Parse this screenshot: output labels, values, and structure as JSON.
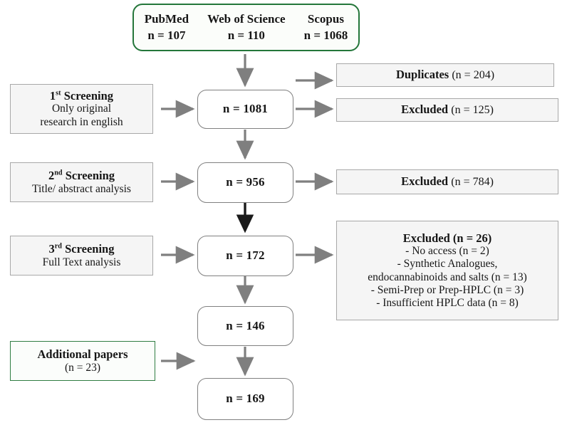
{
  "diagram": {
    "title": "PRISMA literature screening flow diagram",
    "colors": {
      "green_border": "#24763a",
      "gray_border": "#a8a8a8",
      "count_border": "#808080",
      "arrow_gray": "#7f7f7f",
      "arrow_dark": "#1a1a1a",
      "box_fill_gray": "#f5f5f5",
      "box_fill_white": "#ffffff"
    },
    "sources": {
      "items": [
        {
          "name": "PubMed",
          "count": "n = 107"
        },
        {
          "name": "Web of Science",
          "count": "n = 110"
        },
        {
          "name": "Scopus",
          "count": "n = 1068"
        }
      ]
    },
    "screenings": [
      {
        "title": "1",
        "ordinal": "st",
        "title_word": "Screening",
        "subtitle_1": "Only original",
        "subtitle_2": "research in english"
      },
      {
        "title": "2",
        "ordinal": "nd",
        "title_word": "Screening",
        "subtitle_1": "Title/ abstract analysis",
        "subtitle_2": ""
      },
      {
        "title": "3",
        "ordinal": "rd",
        "title_word": "Screening",
        "subtitle_1": "Full Text analysis",
        "subtitle_2": ""
      }
    ],
    "counts": [
      {
        "label": "n = 1081"
      },
      {
        "label": "n = 956"
      },
      {
        "label": "n = 172"
      },
      {
        "label": "n = 146"
      },
      {
        "label": "n = 169"
      }
    ],
    "exclusions": {
      "duplicates": {
        "label": "Duplicates",
        "count": "(n = 204)"
      },
      "excluded_1": {
        "label": "Excluded",
        "count": "(n = 125)"
      },
      "excluded_2": {
        "label": "Excluded",
        "count": "(n = 784)"
      },
      "excluded_3": {
        "label": "Excluded (n = 26)",
        "reasons": [
          "- No access (n = 2)",
          "- Synthetic Analogues,",
          "endocannabinoids and salts (n = 13)",
          "- Semi-Prep or Prep-HPLC (n = 3)",
          "- Insufficient HPLC data (n = 8)"
        ]
      }
    },
    "additional": {
      "label": "Additional papers",
      "count": "(n = 23)"
    }
  }
}
